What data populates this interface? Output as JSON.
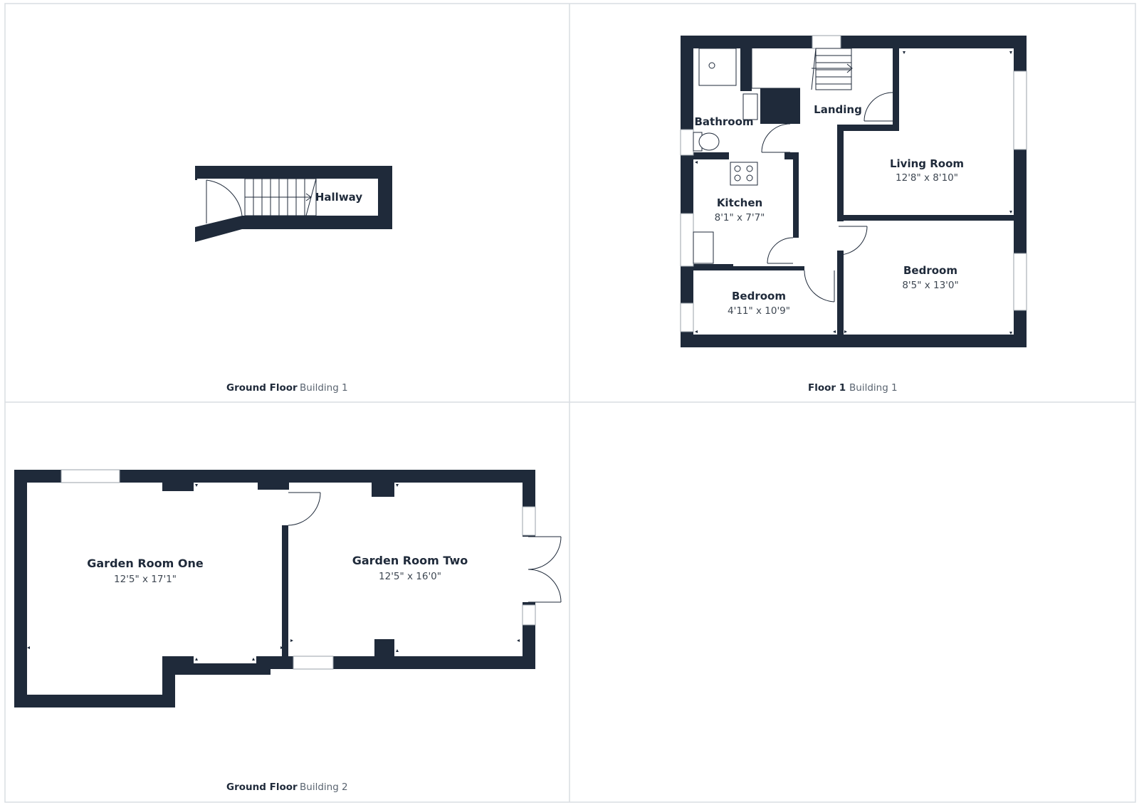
{
  "plans": [
    {
      "floor": "Ground Floor",
      "building": "Building 1",
      "rooms": [
        {
          "name": "Hallway",
          "dims": ""
        }
      ]
    },
    {
      "floor": "Floor 1",
      "building": "Building 1",
      "rooms": [
        {
          "name": "Bathroom",
          "dims": ""
        },
        {
          "name": "Landing",
          "dims": ""
        },
        {
          "name": "Living Room",
          "dims": "12'8\" x 8'10\""
        },
        {
          "name": "Kitchen",
          "dims": "8'1\" x 7'7\""
        },
        {
          "name": "Bedroom",
          "dims": "4'11\" x 10'9\""
        },
        {
          "name": "Bedroom",
          "dims": "8'5\" x 13'0\""
        }
      ]
    },
    {
      "floor": "Ground Floor",
      "building": "Building 2",
      "rooms": [
        {
          "name": "Garden Room One",
          "dims": "12'5\" x 17'1\""
        },
        {
          "name": "Garden Room Two",
          "dims": "12'5\" x 16'0\""
        }
      ]
    }
  ],
  "colors": {
    "wall": "#1f2a3a",
    "grid": "#d9dde2",
    "background": "#ffffff"
  }
}
